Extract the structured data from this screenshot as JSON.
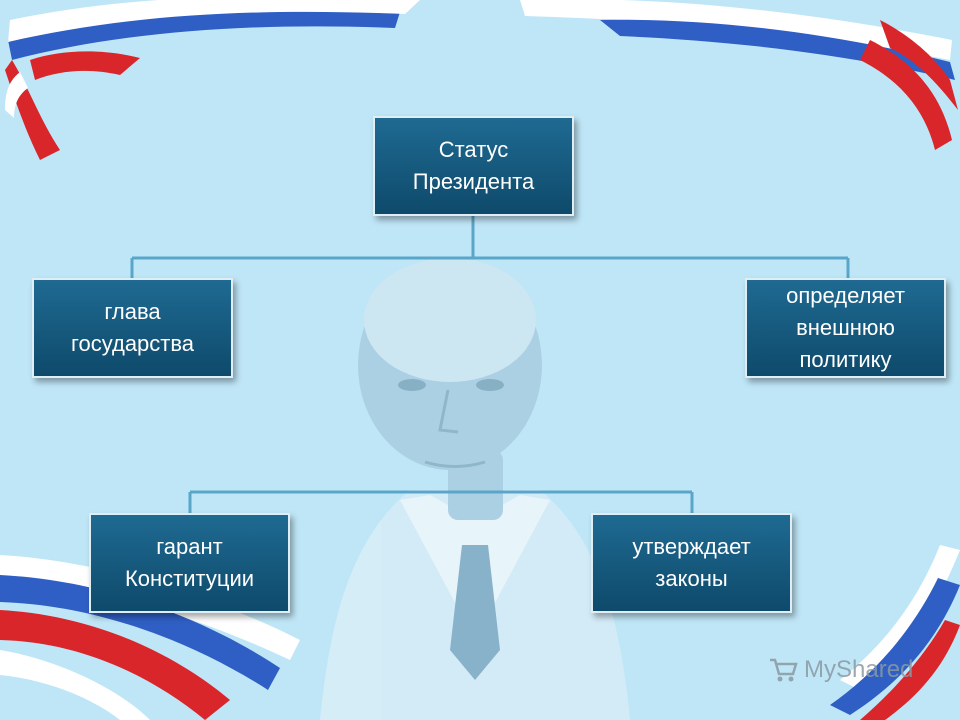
{
  "diagram": {
    "root": {
      "label": "Статус\nПрезидента"
    },
    "nodes": [
      {
        "id": "head",
        "label": "глава\nгосударства"
      },
      {
        "id": "foreign",
        "label": "определяет\nвнешнюю\nполитику"
      },
      {
        "id": "guarantor",
        "label": "гарант\nКонституции"
      },
      {
        "id": "laws",
        "label": "утверждает\nзаконы"
      }
    ]
  },
  "watermark": {
    "text": "MyShared"
  },
  "colors": {
    "background": "#bfe6f7",
    "box_fill": "#145a80",
    "box_border": "#dfeef5",
    "connector": "#5aa6c8",
    "flag_white": "#ffffff",
    "flag_blue": "#2f5fc4",
    "flag_red": "#d9262b"
  },
  "icons": {
    "watermark": "cart-icon",
    "portrait": "portrait-image"
  }
}
